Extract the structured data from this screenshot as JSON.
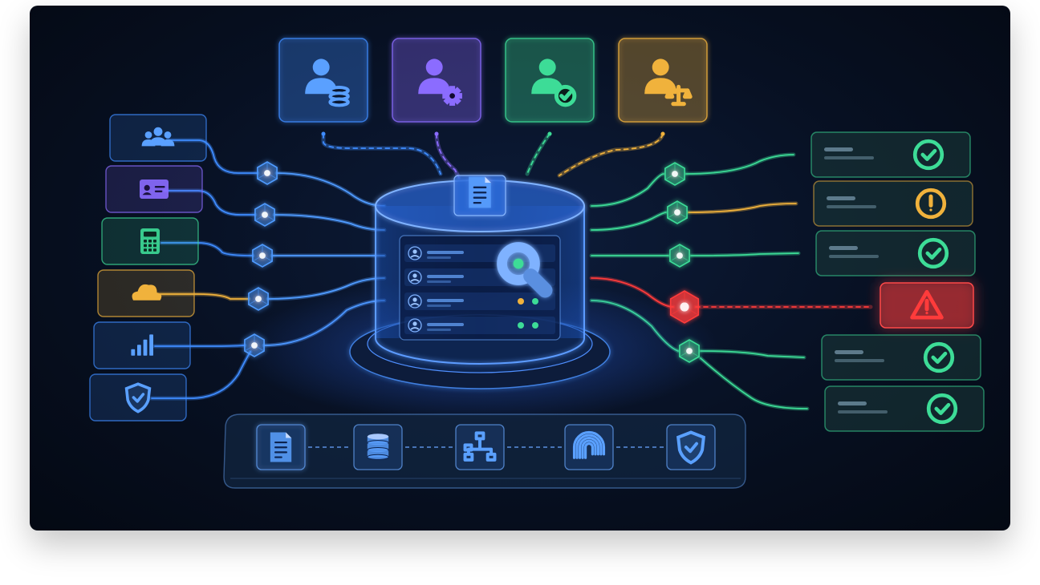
{
  "colors": {
    "background": "#060c1a",
    "blue": "#3f8cff",
    "purple": "#8b6cff",
    "green": "#3ddc97",
    "amber": "#f0b23c",
    "red": "#ff3b3b",
    "cyan": "#6fb8ff"
  },
  "roles": [
    {
      "icon": "user-database-icon",
      "color": "#3f8cff"
    },
    {
      "icon": "user-gear-icon",
      "color": "#8b6cff"
    },
    {
      "icon": "user-check-icon",
      "color": "#3ddc97"
    },
    {
      "icon": "user-scales-icon",
      "color": "#f0b23c"
    }
  ],
  "sources": [
    {
      "icon": "users-group-icon",
      "color": "#3f8cff"
    },
    {
      "icon": "id-card-icon",
      "color": "#8b6cff"
    },
    {
      "icon": "calculator-icon",
      "color": "#3ddc97"
    },
    {
      "icon": "cloud-icon",
      "color": "#f0b23c"
    },
    {
      "icon": "bar-chart-icon",
      "color": "#3f8cff"
    },
    {
      "icon": "shield-check-icon",
      "color": "#3f8cff"
    }
  ],
  "results": [
    {
      "status": "ok",
      "icon": "check-circle-icon",
      "color": "#3ddc97"
    },
    {
      "status": "warning",
      "icon": "exclamation-circle-icon",
      "color": "#f0b23c"
    },
    {
      "status": "ok",
      "icon": "check-circle-icon",
      "color": "#3ddc97"
    },
    {
      "status": "alert",
      "icon": "warning-triangle-icon",
      "color": "#ff3b3b"
    },
    {
      "status": "ok",
      "icon": "check-circle-icon",
      "color": "#3ddc97"
    },
    {
      "status": "ok",
      "icon": "check-circle-icon",
      "color": "#3ddc97"
    }
  ],
  "pipeline": [
    {
      "icon": "document-icon"
    },
    {
      "icon": "database-icon"
    },
    {
      "icon": "flowchart-icon"
    },
    {
      "icon": "fingerprint-icon"
    },
    {
      "icon": "shield-check-icon"
    }
  ],
  "central": {
    "icon": "document-icon",
    "search_icon": "magnifier-icon"
  }
}
